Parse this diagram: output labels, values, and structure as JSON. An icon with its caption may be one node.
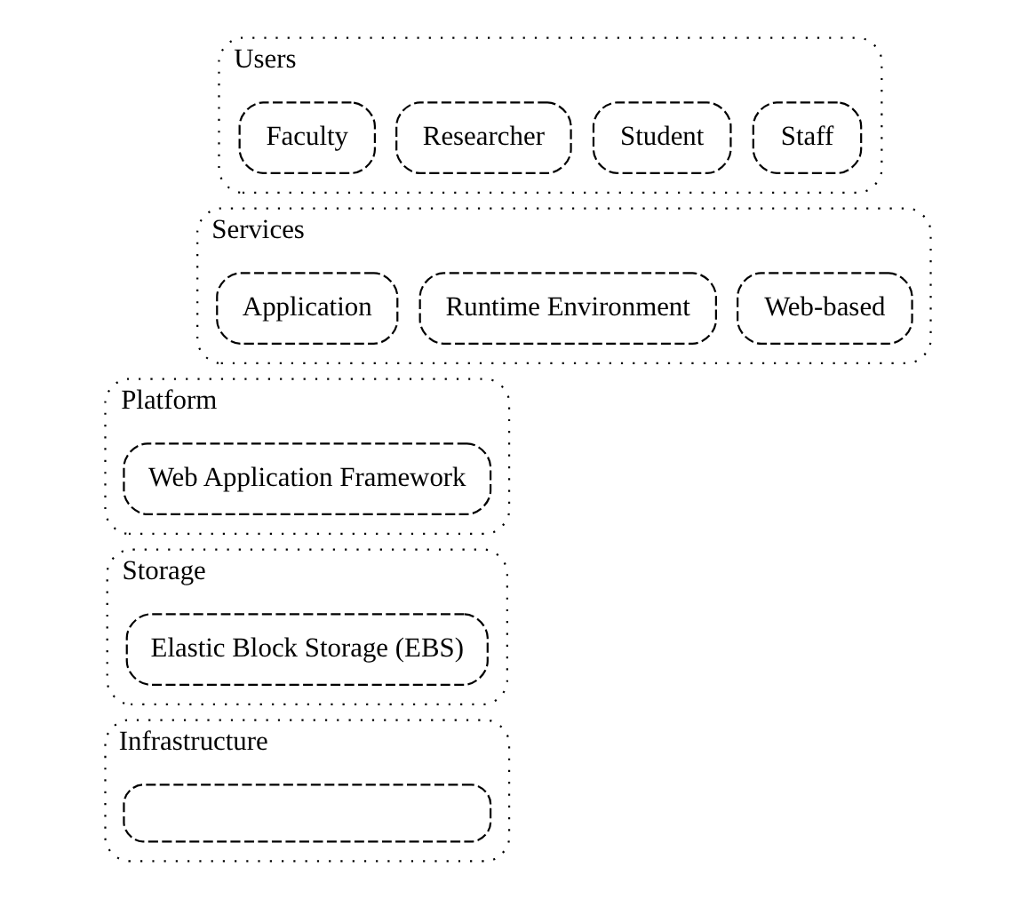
{
  "diagram": {
    "nodes": [
      {
        "text": [
          "Users"
        ]
      },
      {
        "text": [
          "Faculty"
        ],
        "in": 0
      },
      {
        "text": [
          "Researcher"
        ],
        "in": 0
      },
      {
        "text": [
          "Student"
        ],
        "in": 0
      },
      {
        "text": [
          "Staff"
        ],
        "in": 0
      },
      {
        "text": [
          "Services"
        ]
      },
      {
        "text": [
          "Application"
        ],
        "in": 5
      },
      {
        "text": [
          "Runtime Environment"
        ],
        "in": 5
      },
      {
        "text": [
          "Web-based"
        ],
        "in": 5
      },
      {
        "text": [
          "Platform"
        ]
      },
      {
        "text": [
          "Web Application Framework"
        ],
        "in": 9
      },
      {
        "text": [
          "Storage"
        ]
      },
      {
        "text": [
          "Elastic Block Storage (EBS)"
        ],
        "in": 11
      },
      {
        "text": [
          "Infrastructure"
        ]
      },
      {
        "text": [],
        "shape": "box",
        "in": 13
      }
    ]
  }
}
